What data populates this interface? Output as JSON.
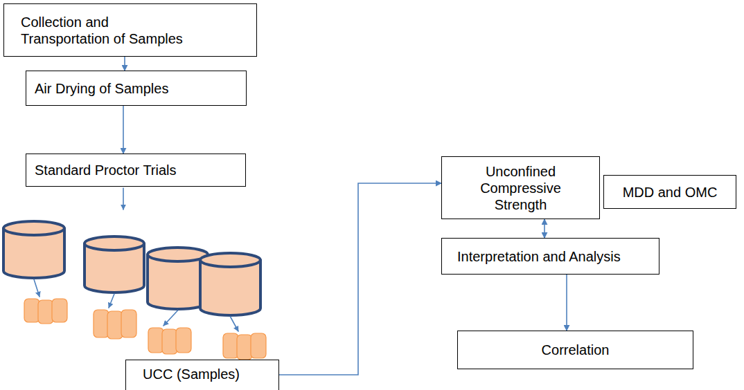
{
  "diagram": {
    "nodes": [
      {
        "text": [
          "Collection and Transportation of Samples"
        ]
      },
      {
        "text": [
          "Air Drying of Samples"
        ]
      },
      {
        "text": [
          "Standard Proctor Trials"
        ]
      },
      {
        "text": [
          "UCC (Samples)"
        ]
      },
      {
        "text": [
          "Unconfined Compressive Strength"
        ]
      },
      {
        "text": [
          "MDD and OMC"
        ]
      },
      {
        "text": [
          "Interpretation and Analysis"
        ]
      },
      {
        "text": [
          "Correlation"
        ]
      }
    ],
    "edges": [
      {
        "from": 0,
        "to": 1,
        "arrow": "to"
      },
      {
        "from": 1,
        "to": 2,
        "arrow": "to"
      },
      {
        "from": 3,
        "to": 4,
        "arrow": "to"
      },
      {
        "from": 4,
        "to": 6,
        "arrow": "both"
      },
      {
        "from": 6,
        "to": 7,
        "arrow": "to"
      }
    ]
  }
}
